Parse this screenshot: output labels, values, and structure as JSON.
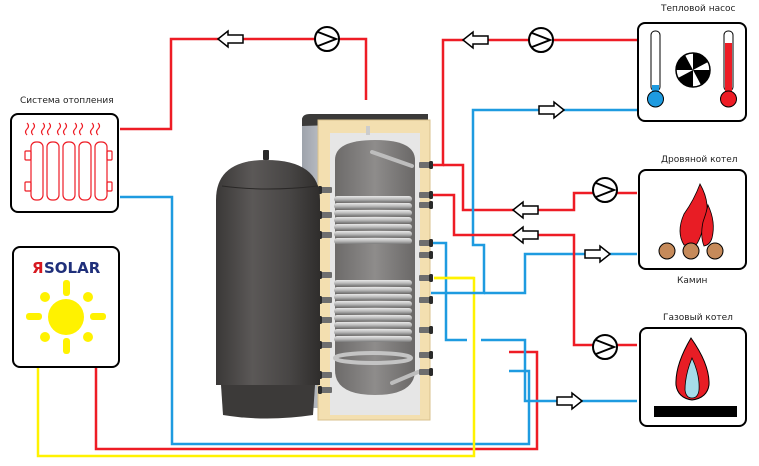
{
  "colors": {
    "hot": "#ee1c25",
    "cold": "#1e9be0",
    "solar": "#fff200",
    "tank": "#4a4746",
    "insulation": "#f3dfb0",
    "coil": "#b8b8b8",
    "flame_red": "#e81d25",
    "flame_blue": "#a6dce9",
    "wood": "#c68a5a",
    "brand_red": "#d71920",
    "brand_blue": "#1f2f7a"
  },
  "labels": {
    "heating_system": "Система отопления",
    "heat_pump": "Тепловой насос",
    "wood_boiler": "Дровяной котел",
    "fireplace": "Камин",
    "gas_boiler": "Газовый котел"
  },
  "brand": {
    "prefix": "Я",
    "name": "SOLAR"
  },
  "components": [
    {
      "id": "heating-system",
      "icon": "radiator-icon"
    },
    {
      "id": "solar-collector",
      "icon": "sun-icon"
    },
    {
      "id": "heat-pump",
      "icon": "thermometers-fan-icon"
    },
    {
      "id": "wood-boiler",
      "icon": "firewood-flame-icon"
    },
    {
      "id": "gas-boiler",
      "icon": "gas-flame-icon"
    },
    {
      "id": "buffer-tank",
      "icon": "tank-icon"
    },
    {
      "id": "expansion-tank",
      "icon": "expansion-vessel-icon"
    }
  ]
}
